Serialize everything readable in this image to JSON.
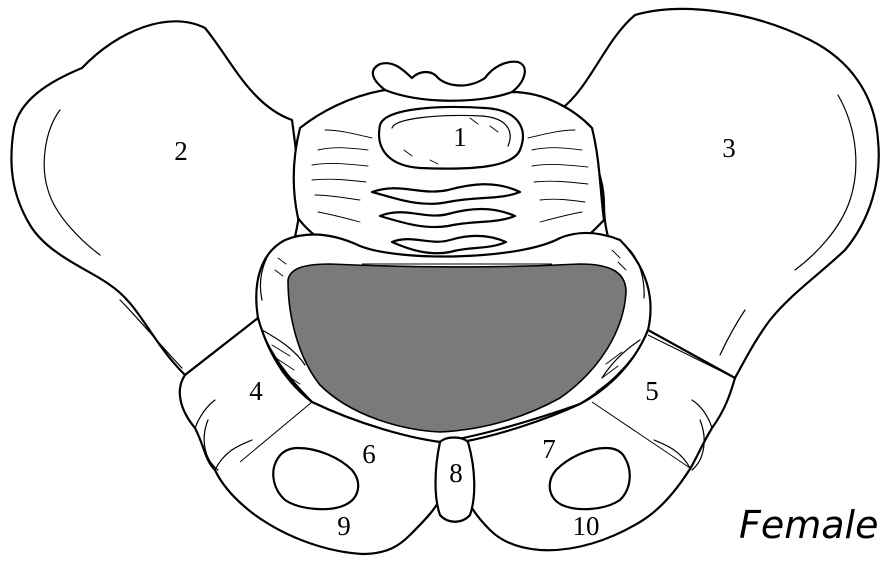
{
  "diagram": {
    "caption": "Female",
    "inlet_color": "#7a7a7a",
    "labels": {
      "l1": "1",
      "l2": "2",
      "l3": "3",
      "l4": "4",
      "l5": "5",
      "l6": "6",
      "l7": "7",
      "l8": "8",
      "l9": "9",
      "l10": "10"
    }
  }
}
